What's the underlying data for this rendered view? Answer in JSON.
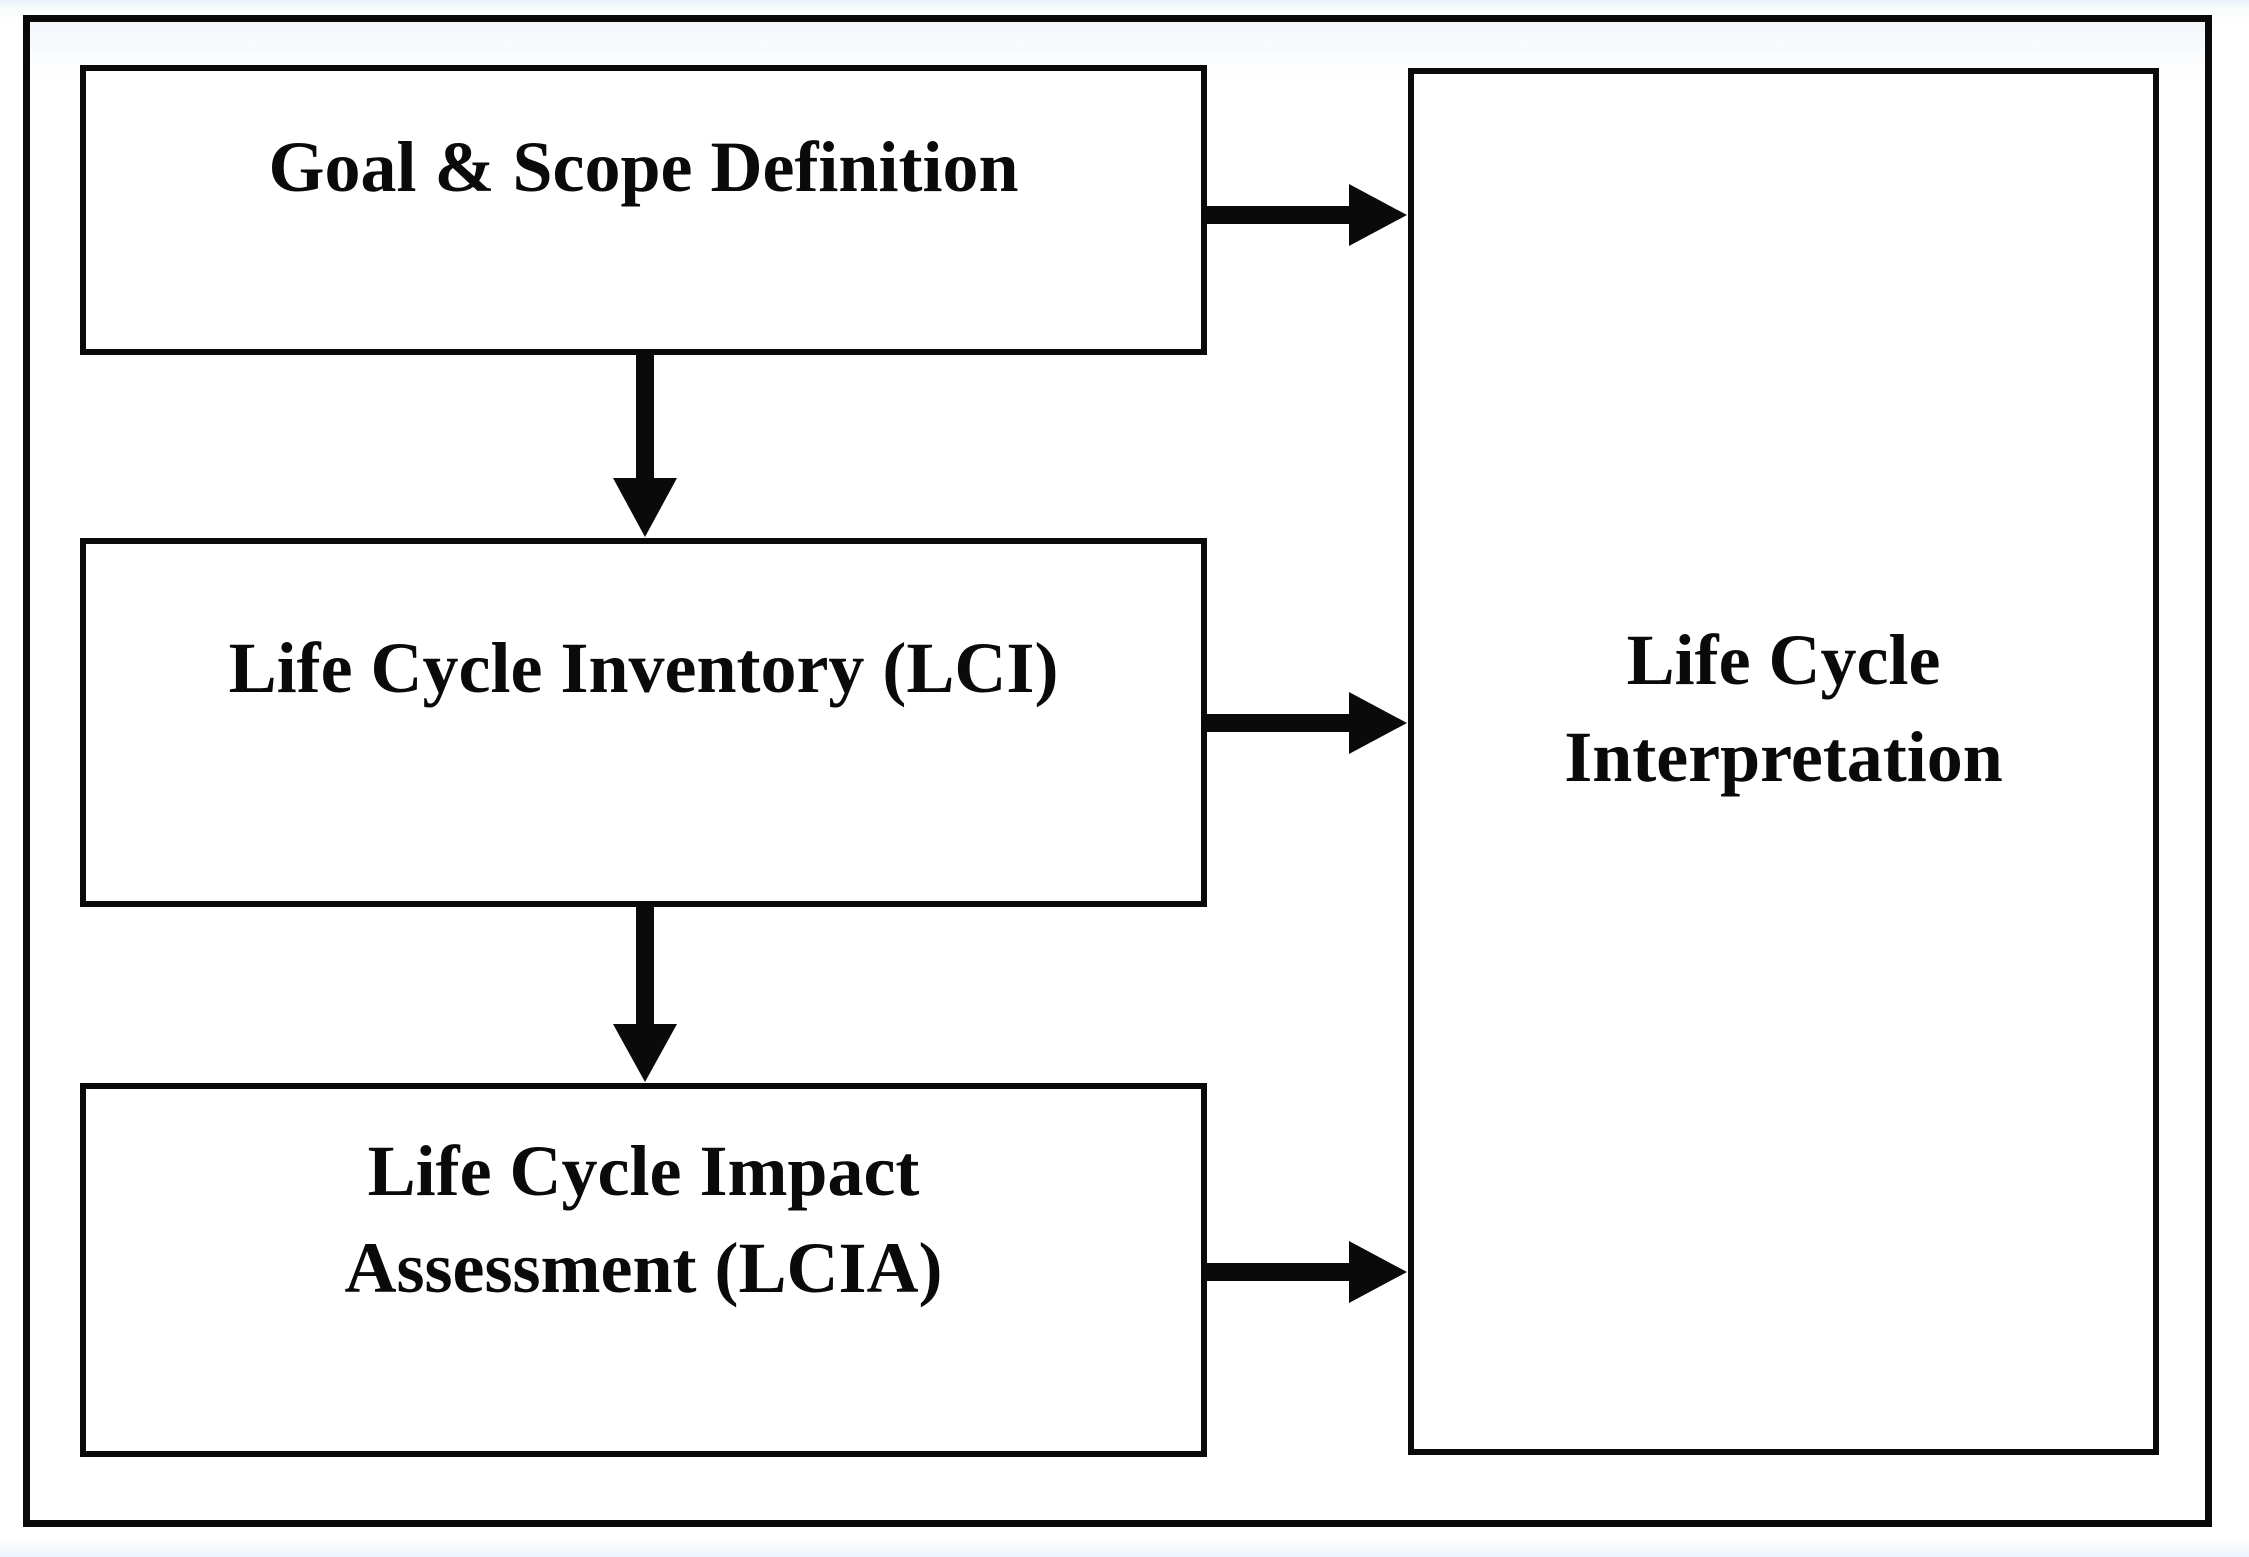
{
  "diagram": {
    "nodes": [
      {
        "id": "goal-scope",
        "label": "Goal & Scope Definition"
      },
      {
        "id": "lci",
        "label": "Life Cycle Inventory (LCI)"
      },
      {
        "id": "lcia",
        "label": "Life Cycle Impact\nAssessment (LCIA)"
      },
      {
        "id": "interpretation",
        "label": "Life Cycle\nInterpretation"
      }
    ],
    "edges": [
      {
        "from": "goal-scope",
        "to": "lci",
        "direction": "down"
      },
      {
        "from": "lci",
        "to": "lcia",
        "direction": "down"
      },
      {
        "from": "goal-scope",
        "to": "interpretation",
        "direction": "right"
      },
      {
        "from": "lci",
        "to": "interpretation",
        "direction": "right"
      },
      {
        "from": "lcia",
        "to": "interpretation",
        "direction": "right"
      }
    ],
    "colors": {
      "border": "#0a0a0a",
      "text": "#0a0a0a",
      "box_fill": "#ffffff",
      "arrow": "#0a0a0a"
    }
  }
}
